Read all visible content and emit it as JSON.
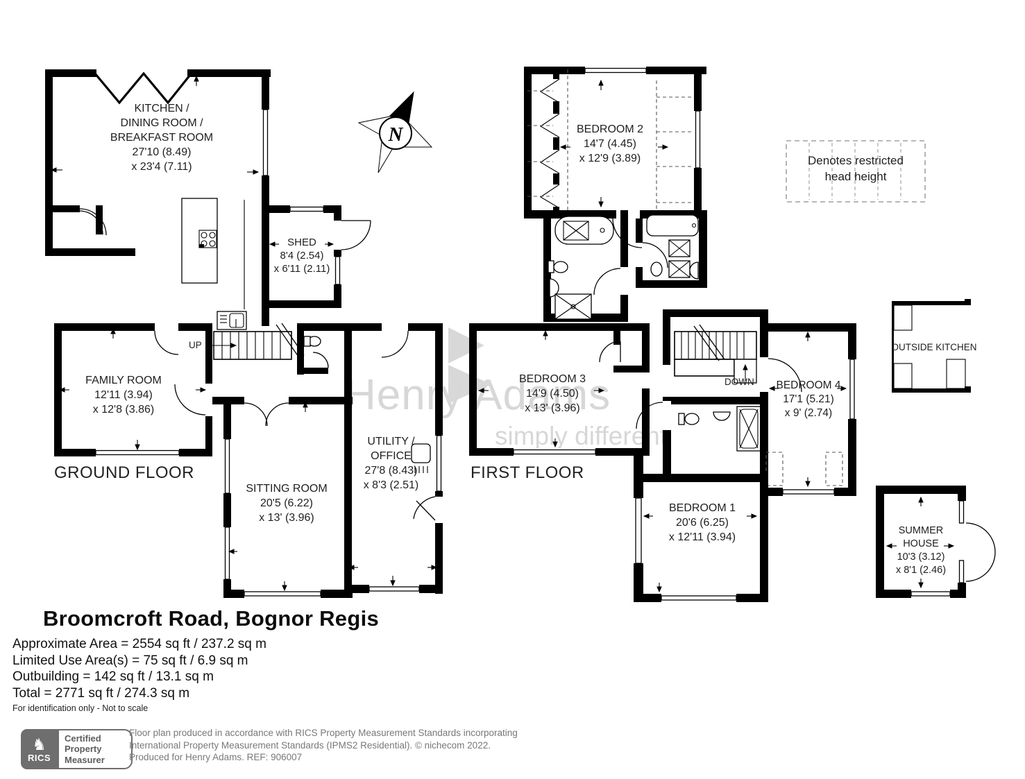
{
  "title": "Broomcroft Road, Bognor Regis",
  "area_summary": {
    "line1": "Approximate Area = 2554 sq ft / 237.2 sq m",
    "line2": "Limited Use Area(s) = 75 sq ft / 6.9 sq m",
    "line3": "Outbuilding = 142 sq ft / 13.1 sq m",
    "line4": "Total = 2771 sq ft / 274.3 sq m",
    "disclaimer": "For identification only - Not to scale"
  },
  "ground_floor": {
    "label": "GROUND FLOOR",
    "up_label": "UP",
    "rooms": {
      "kitchen": {
        "lines": [
          "KITCHEN /",
          "DINING ROOM /",
          "BREAKFAST ROOM",
          "27'10 (8.49)",
          "x 23'4 (7.11)"
        ]
      },
      "shed": {
        "lines": [
          "SHED",
          "8'4 (2.54)",
          "x 6'11 (2.11)"
        ]
      },
      "family_room": {
        "lines": [
          "FAMILY ROOM",
          "12'11 (3.94)",
          "x 12'8 (3.86)"
        ]
      },
      "sitting_room": {
        "lines": [
          "SITTING ROOM",
          "20'5 (6.22)",
          "x 13' (3.96)"
        ]
      },
      "utility_office": {
        "lines": [
          "UTILITY /",
          "OFFICE",
          "27'8 (8.43)",
          "x 8'3 (2.51)"
        ]
      }
    }
  },
  "first_floor": {
    "label": "FIRST FLOOR",
    "down_label": "DOWN",
    "rooms": {
      "bedroom2": {
        "lines": [
          "BEDROOM 2",
          "14'7 (4.45)",
          "x 12'9 (3.89)"
        ]
      },
      "bedroom3": {
        "lines": [
          "BEDROOM 3",
          "14'9 (4.50)",
          "x 13' (3.96)"
        ]
      },
      "bedroom4": {
        "lines": [
          "BEDROOM 4",
          "17'1 (5.21)",
          "x 9' (2.74)"
        ]
      },
      "bedroom1": {
        "lines": [
          "BEDROOM 1",
          "20'6 (6.25)",
          "x 12'11 (3.94)"
        ]
      },
      "outside_kitchen": {
        "label": "OUTSIDE KITCHEN"
      },
      "summer_house": {
        "lines": [
          "SUMMER HOUSE",
          "10'3 (3.12)",
          "x 8'1 (2.46)"
        ]
      }
    }
  },
  "legend": {
    "line1": "Denotes restricted",
    "line2": "head height"
  },
  "compass": {
    "north_label": "N"
  },
  "watermark": {
    "name": "Henry Adams",
    "tagline": "simply different"
  },
  "footer": {
    "rics_label": "RICS",
    "rics_glyph": "♞",
    "badge": {
      "line1": "Certified",
      "line2": "Property",
      "line3": "Measurer"
    },
    "line1": "Floor plan produced in accordance with RICS Property Measurement Standards incorporating",
    "line2": "International Property Measurement Standards (IPMS2 Residential).   © nichecom 2022.",
    "line3": "Produced for Henry Adams.   REF: 906007"
  },
  "colors": {
    "wall": "#000000",
    "label_text": "#1f1f1f",
    "watermark": "#d7d7d7",
    "footer_gray": "#6e6e6e"
  }
}
